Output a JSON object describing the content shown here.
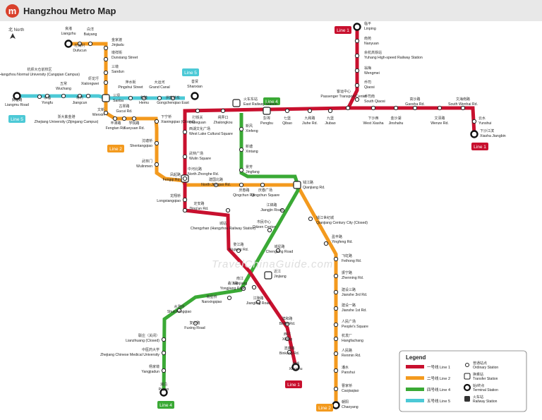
{
  "header": {
    "logo": "m",
    "title": "Hangzhou Metro Map"
  },
  "compass": "北 North",
  "watermark": "TravelChinaGuide.com",
  "colors": {
    "line1": "#c8102e",
    "line2": "#f39a1e",
    "line4": "#3aa935",
    "line5": "#4cc9d6"
  },
  "line_tags": [
    {
      "text": "Line 1",
      "color": "#c8102e"
    },
    {
      "text": "Line 2",
      "color": "#f39a1e"
    },
    {
      "text": "Line 4",
      "color": "#3aa935"
    },
    {
      "text": "Line 5",
      "color": "#4cc9d6"
    },
    {
      "text": "Line 5",
      "color": "#4cc9d6"
    },
    {
      "text": "Line 4",
      "color": "#3aa935"
    },
    {
      "text": "Line 2",
      "color": "#f39a1e"
    },
    {
      "text": "Line 1",
      "color": "#c8102e"
    },
    {
      "text": "Line 1",
      "color": "#c8102e"
    },
    {
      "text": "Line 2",
      "color": "#f39a1e"
    }
  ],
  "stations": [
    {
      "cn": "临平",
      "en": "Linping"
    },
    {
      "cn": "南苑",
      "en": "Nanyuan"
    },
    {
      "cn": "余杭高铁站",
      "en": "Yuhang High-speed Railway Station"
    },
    {
      "cn": "翁梅",
      "en": "Wengmei"
    },
    {
      "cn": "乔司",
      "en": "Qiaosi"
    },
    {
      "cn": "乔司南",
      "en": "South Qiaosi"
    },
    {
      "cn": "客运中心",
      "en": "Passenger Transport Center"
    },
    {
      "cn": "云水",
      "en": "Yunshui"
    },
    {
      "cn": "下沙江滨",
      "en": "Xiasha Jiangbin"
    },
    {
      "cn": "文海南路",
      "en": "South Wenhai Rd."
    },
    {
      "cn": "文泽路",
      "en": "Wenze Rd."
    },
    {
      "cn": "高沙路",
      "en": "Gaosha Rd."
    },
    {
      "cn": "金沙湖",
      "en": "Jinshahu"
    },
    {
      "cn": "下沙西",
      "en": "West Xiasha"
    },
    {
      "cn": "九堡",
      "en": "Jiubao"
    },
    {
      "cn": "九和路",
      "en": "Jiuhe Rd."
    },
    {
      "cn": "七堡",
      "en": "Qibao"
    },
    {
      "cn": "彭埠",
      "en": "Pengbu"
    },
    {
      "cn": "火车东站",
      "en": "East Railway Station"
    },
    {
      "cn": "闸弄口",
      "en": "Zhalongkou"
    },
    {
      "cn": "打铁关",
      "en": "Datieguan"
    },
    {
      "cn": "西湖文化广场",
      "en": "West Lake Cultural Square"
    },
    {
      "cn": "武林广场",
      "en": "Wulin Square"
    },
    {
      "cn": "凤起路",
      "en": "Fengqi Rd."
    },
    {
      "cn": "龙翔桥",
      "en": "Longxiangqiao"
    },
    {
      "cn": "定安路",
      "en": "Ding'an Rd."
    },
    {
      "cn": "城站",
      "en": "Chengzhan (Hangzhou Railway Station)"
    },
    {
      "cn": "婺江路",
      "en": "Wujiang Rd."
    },
    {
      "cn": "近江",
      "en": "Jinjiang"
    },
    {
      "cn": "江陵路",
      "en": "Jiangling Road"
    },
    {
      "cn": "滨和路",
      "en": "Binhe Rd."
    },
    {
      "cn": "西兴",
      "en": "Xixing"
    },
    {
      "cn": "滨康路",
      "en": "Binkang Rd."
    },
    {
      "cn": "湘湖",
      "en": "Xianghu"
    },
    {
      "cn": "良渚",
      "en": "Liangzhu"
    },
    {
      "cn": "杜甫村",
      "en": "Dufucun"
    },
    {
      "cn": "白洋",
      "en": "Baiyang"
    },
    {
      "cn": "金家渡",
      "en": "Jinjiadu"
    },
    {
      "cn": "墩祥街",
      "en": "Dunxiang Street"
    },
    {
      "cn": "三墩",
      "en": "Sandun"
    },
    {
      "cn": "虾龙圩",
      "en": "Xialongwei"
    },
    {
      "cn": "三坝",
      "en": "Sanba"
    },
    {
      "cn": "文新",
      "en": "Wenxin"
    },
    {
      "cn": "丰潭路",
      "en": "Fengtan Rd."
    },
    {
      "cn": "古翠路",
      "en": "Gucui Rd."
    },
    {
      "cn": "学院路",
      "en": "Xueyuan Rd."
    },
    {
      "cn": "下宁桥",
      "en": "Xianingqiao (Closed)"
    },
    {
      "cn": "沈塘桥",
      "en": "Shentangqiao"
    },
    {
      "cn": "武林门",
      "en": "Wulinmen"
    },
    {
      "cn": "中河北路",
      "en": "North Zhonghe Rd."
    },
    {
      "cn": "建国北路",
      "en": "North Jianguo Rd."
    },
    {
      "cn": "庆春路",
      "en": "Qingchun Rd."
    },
    {
      "cn": "庆春广场",
      "en": "Qingchun Square"
    },
    {
      "cn": "钱江路",
      "en": "Qianjiang Rd."
    },
    {
      "cn": "钱江世纪城",
      "en": "Qianjiang Century City (Closed)"
    },
    {
      "cn": "盈丰路",
      "en": "Yingfeng Rd."
    },
    {
      "cn": "飞虹路",
      "en": "Feihong Rd."
    },
    {
      "cn": "振宁路",
      "en": "Zhenning Rd."
    },
    {
      "cn": "建设三路",
      "en": "Jianshe 3rd Rd."
    },
    {
      "cn": "建设一路",
      "en": "Jianshe 1st Rd."
    },
    {
      "cn": "人民广场",
      "en": "People's Square"
    },
    {
      "cn": "杭发厂",
      "en": "Hangfachang"
    },
    {
      "cn": "人民路",
      "en": "Renmin Rd."
    },
    {
      "cn": "潘水",
      "en": "Panshui"
    },
    {
      "cn": "曹家桥",
      "en": "Caojiaqiao"
    },
    {
      "cn": "朝阳",
      "en": "Chaoyang"
    },
    {
      "cn": "新风",
      "en": "Xinfeng"
    },
    {
      "cn": "新塘",
      "en": "Xintang"
    },
    {
      "cn": "景芳",
      "en": "Jingfang"
    },
    {
      "cn": "江锦路",
      "en": "Jiangjin Road"
    },
    {
      "cn": "市民中心",
      "en": "Citizen Center"
    },
    {
      "cn": "城星路",
      "en": "Chengxing Road"
    },
    {
      "cn": "南江",
      "en": "Nanjiang"
    },
    {
      "cn": "甬江路",
      "en": "Yongjiang Road"
    },
    {
      "cn": "南星桥",
      "en": "Nanxingqiao"
    },
    {
      "cn": "水澄桥",
      "en": "Shuichengqiao"
    },
    {
      "cn": "复兴路",
      "en": "Fuxing Road"
    },
    {
      "cn": "联庄（关闭）",
      "en": "Lianzhuang (Closed)"
    },
    {
      "cn": "中医药大学",
      "en": "Zhejiang Chinese Medical University"
    },
    {
      "cn": "杨家墩",
      "en": "Yangjiadun"
    },
    {
      "cn": "浦沿",
      "en": "Puyan"
    },
    {
      "cn": "杭师大仓前校区",
      "en": "Hangzhou Normal University (Cangqian Campus)"
    },
    {
      "cn": "良睦路",
      "en": "Liangmu Road"
    },
    {
      "cn": "永福",
      "en": "Yongfu"
    },
    {
      "cn": "五常",
      "en": "Wuchang"
    },
    {
      "cn": "蒋村",
      "en": "Jiangcun"
    },
    {
      "cn": "浙大紫金港",
      "en": "Zhejiang University (Zijingang Campus)"
    },
    {
      "cn": "萍水街",
      "en": "Pingshui Street"
    },
    {
      "cn": "和睦",
      "en": "Hemu"
    },
    {
      "cn": "大运河",
      "en": "Grand Canal"
    },
    {
      "cn": "拱宸桥东",
      "en": "Gongchenqiao East"
    },
    {
      "cn": "善贤",
      "en": "Shanxian"
    }
  ],
  "legend": {
    "title": "Legend",
    "items": [
      {
        "cn": "一号线",
        "en": "Line 1"
      },
      {
        "cn": "二号线",
        "en": "Line 2"
      },
      {
        "cn": "四号线",
        "en": "Line 4"
      },
      {
        "cn": "五号线",
        "en": "Line 5"
      }
    ],
    "symbols": [
      {
        "cn": "普通站点",
        "en": "Ordinary Station"
      },
      {
        "cn": "换乘站",
        "en": "Transfer Station"
      },
      {
        "cn": "始/终点",
        "en": "Terminal Station"
      },
      {
        "cn": "火车站",
        "en": "Railway Station"
      }
    ]
  }
}
